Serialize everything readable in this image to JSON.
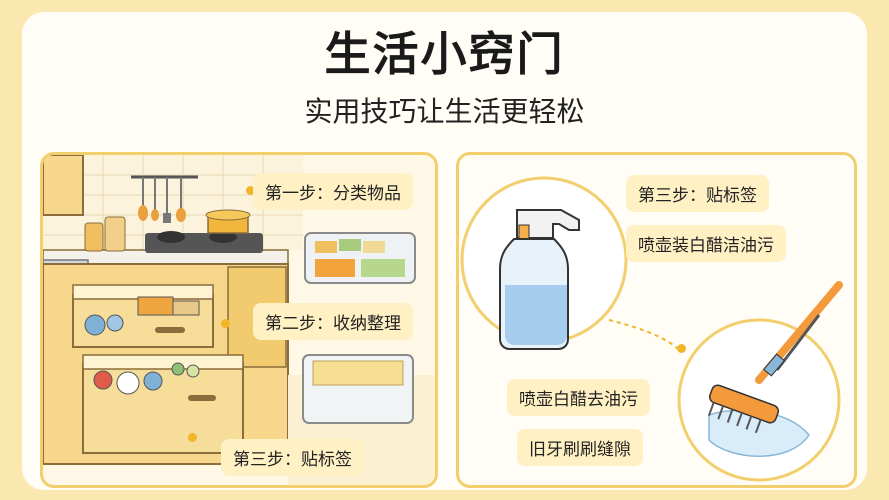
{
  "header": {
    "title": "生活小窍门",
    "subtitle": "实用技巧让生活更轻松"
  },
  "left_panel": {
    "step1": "第一步：分类物品",
    "step2": "第二步：收纳整理",
    "step3": "第三步：贴标签"
  },
  "right_panel": {
    "step3": "第三步：贴标签",
    "tip_spray_bottle": "喷壶装白醋洁油污",
    "tip_spray_vinegar": "喷壶白醋去油污",
    "tip_toothbrush": "旧牙刷刷缝隙"
  },
  "colors": {
    "background": "#fbe8b0",
    "panel_border": "#f2cf6c",
    "label_bg": "#fff1c4",
    "accent": "#f0b528"
  }
}
